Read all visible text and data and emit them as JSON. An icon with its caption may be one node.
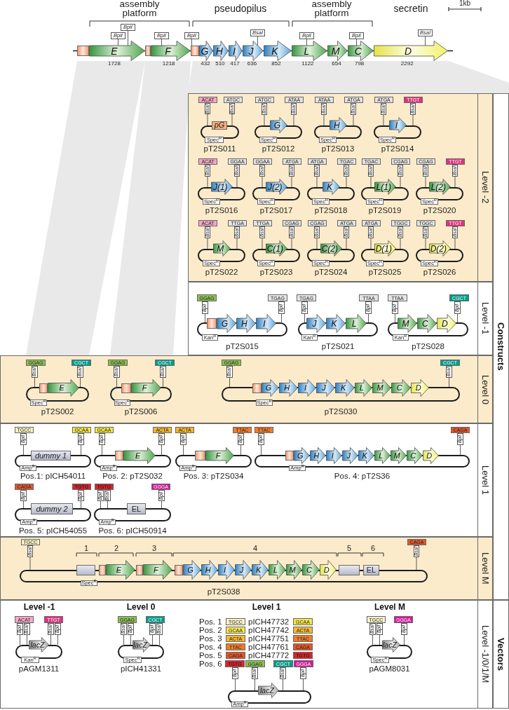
{
  "diagram": {
    "nodes": [
      {
        "text": [
          "BpiI"
        ]
      },
      {
        "text": [
          "BpiI"
        ]
      },
      {
        "text": [
          "BpiI"
        ]
      },
      {
        "text": [
          "BpiI"
        ]
      },
      {
        "text": [
          "BsaI"
        ]
      },
      {
        "text": [
          "BpiI"
        ]
      },
      {
        "text": [
          "BpiI"
        ]
      },
      {
        "text": [
          "BsaI"
        ]
      },
      {
        "text": [],
        "shape": "box"
      },
      {
        "text": [
          "E"
        ],
        "beside": [
          "1728"
        ]
      },
      {
        "text": [],
        "shape": "box"
      },
      {
        "text": [
          "F"
        ],
        "beside": [
          "1218"
        ]
      },
      {
        "text": [],
        "shape": "box"
      },
      {
        "text": [
          "G"
        ],
        "beside": [
          "432"
        ]
      },
      {
        "text": [
          "H"
        ],
        "beside": [
          "510"
        ]
      },
      {
        "text": [
          "I"
        ],
        "beside": [
          "417"
        ]
      },
      {
        "text": [
          "J"
        ],
        "beside": [
          "636"
        ]
      },
      {
        "text": [
          "K"
        ],
        "beside": [
          "852"
        ]
      },
      {
        "text": [
          "L"
        ],
        "beside": [
          "1122"
        ]
      },
      {
        "text": [
          "M"
        ],
        "beside": [
          "654"
        ]
      },
      {
        "text": [
          "C"
        ],
        "beside": [
          "798"
        ]
      },
      {
        "text": [
          "D"
        ],
        "beside": [
          "2292"
        ]
      },
      {
        "text": [
          "Level -2"
        ]
      },
      {
        "text": [
          "ACAT"
        ],
        "in": 22
      },
      {
        "text": [
          "ATGC"
        ],
        "in": 22
      },
      {
        "text": [
          "BsaI"
        ],
        "in": 22
      },
      {
        "text": [
          "BsaI"
        ],
        "in": 22
      },
      {
        "text": [],
        "shape": "box",
        "beside": [
          "pT2S011"
        ],
        "in": 22
      },
      {
        "text": [
          "pG"
        ],
        "in": 22
      },
      {
        "text": [
          "Spec$^{R}$"
        ],
        "in": 22
      },
      {
        "text": [
          "ATGC"
        ],
        "in": 22
      },
      {
        "text": [
          "ATAA"
        ],
        "in": 22
      },
      {
        "text": [
          "BsaI"
        ],
        "in": 22
      },
      {
        "text": [
          "BsaI"
        ],
        "in": 22
      },
      {
        "text": [],
        "shape": "box",
        "beside": [
          "pT2S012"
        ],
        "in": 22
      },
      {
        "text": [
          "G"
        ],
        "in": 22
      },
      {
        "text": [
          "Spec$^{R}$"
        ],
        "in": 22
      },
      {
        "text": [
          "ATAA"
        ],
        "in": 22
      },
      {
        "text": [
          "ATGA"
        ],
        "in": 22
      },
      {
        "text": [
          "BsaI"
        ],
        "in": 22
      },
      {
        "text": [
          "BsaI"
        ],
        "in": 22
      },
      {
        "text": [],
        "shape": "box",
        "beside": [
          "pT2S013"
        ],
        "in": 22
      },
      {
        "text": [
          "H"
        ],
        "in": 22
      },
      {
        "text": [
          "Spec$^{R}$"
        ],
        "in": 22
      },
      {
        "text": [
          "ATGA"
        ],
        "in": 22
      },
      {
        "text": [
          "TTGT"
        ],
        "in": 22
      },
      {
        "text": [
          "BsaI"
        ],
        "in": 22
      },
      {
        "text": [
          "BsaI"
        ],
        "in": 22
      },
      {
        "text": [],
        "shape": "box",
        "beside": [
          "pT2S014"
        ],
        "in": 22
      },
      {
        "text": [
          "I"
        ],
        "in": 22
      },
      {
        "text": [
          "Spec$^{R}$"
        ],
        "in": 22
      },
      {
        "text": [
          "ACAT"
        ],
        "in": 22
      },
      {
        "text": [
          "GGAA"
        ],
        "in": 22
      },
      {
        "text": [
          "BsaI"
        ],
        "in": 22
      },
      {
        "text": [
          "BsaI"
        ],
        "in": 22
      },
      {
        "text": [],
        "shape": "box",
        "beside": [
          "pT2S016"
        ],
        "in": 22
      },
      {
        "text": [
          "J(1)"
        ],
        "in": 22
      },
      {
        "text": [
          "Spec$^{R}$"
        ],
        "in": 22
      },
      {
        "text": [
          "GGAA"
        ],
        "in": 22
      },
      {
        "text": [
          "ATGA"
        ],
        "in": 22
      },
      {
        "text": [
          "BsaI"
        ],
        "in": 22
      },
      {
        "text": [
          "BsaI"
        ],
        "in": 22
      },
      {
        "text": [],
        "shape": "box",
        "beside": [
          "pT2S017"
        ],
        "in": 22
      },
      {
        "text": [
          "J(2)"
        ],
        "in": 22
      },
      {
        "text": [
          "Spec$^{R}$"
        ],
        "in": 22
      },
      {
        "text": [
          "ATGA"
        ],
        "in": 22
      },
      {
        "text": [
          "TGAC"
        ],
        "in": 22
      },
      {
        "text": [
          "BsaI"
        ],
        "in": 22
      },
      {
        "text": [
          "BsaI"
        ],
        "in": 22
      },
      {
        "text": [],
        "shape": "box",
        "beside": [
          "pT2S018"
        ],
        "in": 22
      },
      {
        "text": [
          "K"
        ],
        "in": 22
      },
      {
        "text": [
          "Spec$^{R}$"
        ],
        "in": 22
      },
      {
        "text": [
          "TGAC"
        ],
        "in": 22
      },
      {
        "text": [
          "CGAG"
        ],
        "in": 22
      },
      {
        "text": [
          "BsaI"
        ],
        "in": 22
      },
      {
        "text": [
          "BsaI"
        ],
        "in": 22
      },
      {
        "text": [],
        "shape": "box",
        "beside": [
          "pT2S019"
        ],
        "in": 22
      },
      {
        "text": [
          "L(1)"
        ],
        "in": 22
      },
      {
        "text": [
          "Spec$^{R}$"
        ],
        "in": 22
      },
      {
        "text": [
          "CGAG"
        ],
        "in": 22
      },
      {
        "text": [
          "TTGT"
        ],
        "in": 22
      },
      {
        "text": [
          "BsaI"
        ],
        "in": 22
      },
      {
        "text": [
          "BsaI"
        ],
        "in": 22
      },
      {
        "text": [],
        "shape": "box",
        "beside": [
          "pT2S020"
        ],
        "in": 22
      },
      {
        "text": [
          "L(2)"
        ],
        "in": 22
      },
      {
        "text": [
          "Spec$^{R}$"
        ],
        "in": 22
      },
      {
        "text": [
          "ACAT"
        ],
        "in": 22
      },
      {
        "text": [
          "TTGA"
        ],
        "in": 22
      },
      {
        "text": [
          "BsaI"
        ],
        "in": 22
      },
      {
        "text": [
          "BsaI"
        ],
        "in": 22
      },
      {
        "text": [],
        "shape": "box",
        "beside": [
          "pT2S022"
        ],
        "in": 22
      },
      {
        "text": [
          "M"
        ],
        "in": 22
      },
      {
        "text": [
          "Spec$^{R}$"
        ],
        "in": 22
      },
      {
        "text": [
          "TTGA"
        ],
        "in": 22
      },
      {
        "text": [
          "CGAG"
        ],
        "in": 22
      },
      {
        "text": [
          "BsaI"
        ],
        "in": 22
      },
      {
        "text": [
          "BsaI"
        ],
        "in": 22
      },
      {
        "text": [],
        "shape": "box",
        "beside": [
          "pT2S023"
        ],
        "in": 22
      },
      {
        "text": [
          "C(1)"
        ],
        "in": 22
      },
      {
        "text": [
          "Spec$^{R}$"
        ],
        "in": 22
      },
      {
        "text": [
          "CGAG"
        ],
        "in": 22
      },
      {
        "text": [
          "ATGA"
        ],
        "in": 22
      },
      {
        "text": [
          "BsaI"
        ],
        "in": 22
      },
      {
        "text": [
          "BsaI"
        ],
        "in": 22
      },
      {
        "text": [],
        "shape": "box",
        "beside": [
          "pT2S024"
        ],
        "in": 22
      },
      {
        "text": [
          "C(2)"
        ],
        "in": 22
      },
      {
        "text": [
          "Spec$^{R}$"
        ],
        "in": 22
      },
      {
        "text": [
          "ATGA"
        ],
        "in": 22
      },
      {
        "text": [
          "TGGC"
        ],
        "in": 22
      },
      {
        "text": [
          "BsaI"
        ],
        "in": 22
      },
      {
        "text": [
          "BsaI"
        ],
        "in": 22
      },
      {
        "text": [],
        "shape": "box",
        "beside": [
          "pT2S025"
        ],
        "in": 22
      },
      {
        "text": [
          "D(1)"
        ],
        "in": 22
      },
      {
        "text": [
          "Spec$^{R}$"
        ],
        "in": 22
      },
      {
        "text": [
          "TGGC"
        ],
        "in": 22
      },
      {
        "text": [
          "TTGT"
        ],
        "in": 22
      },
      {
        "text": [
          "BsaI"
        ],
        "in": 22
      },
      {
        "text": [
          "BsaI"
        ],
        "in": 22
      },
      {
        "text": [],
        "shape": "box",
        "beside": [
          "pT2S026"
        ],
        "in": 22
      },
      {
        "text": [
          "D(2)"
        ],
        "in": 22
      },
      {
        "text": [
          "Spec$^{R}$"
        ],
        "in": 22
      },
      {
        "text": [
          "Level -1"
        ]
      },
      {
        "text": [
          "GGAG"
        ],
        "in": 121
      },
      {
        "text": [
          "TGAG"
        ],
        "in": 121
      },
      {
        "text": [
          "BpiI"
        ],
        "in": 121
      },
      {
        "text": [
          "BpiI"
        ],
        "in": 121
      },
      {
        "text": [],
        "shape": "box",
        "beside": [
          "pT2S015"
        ],
        "in": 121
      },
      {
        "text": [],
        "shape": "box",
        "in": 121
      },
      {
        "text": [
          "G"
        ],
        "in": 121
      },
      {
        "text": [
          "H"
        ],
        "in": 121
      },
      {
        "text": [
          "I"
        ],
        "in": 121
      },
      {
        "text": [
          "Kan$^{R}$"
        ],
        "in": 121
      },
      {
        "text": [
          "TGAG"
        ],
        "in": 121
      },
      {
        "text": [
          "TTAA"
        ],
        "in": 121
      },
      {
        "text": [
          "BpiI"
        ],
        "in": 121
      },
      {
        "text": [
          "BpiI"
        ],
        "in": 121
      },
      {
        "text": [],
        "shape": "box",
        "beside": [
          "pT2S021"
        ],
        "in": 121
      },
      {
        "text": [
          "J"
        ],
        "in": 121
      },
      {
        "text": [
          "K"
        ],
        "in": 121
      },
      {
        "text": [
          "L"
        ],
        "in": 121
      },
      {
        "text": [
          "Kan$^{R}$"
        ],
        "in": 121
      },
      {
        "text": [
          "TTAA"
        ],
        "in": 121
      },
      {
        "text": [
          "CGCT"
        ],
        "in": 121
      },
      {
        "text": [
          "BpiI"
        ],
        "in": 121
      },
      {
        "text": [
          "BpiI"
        ],
        "in": 121
      },
      {
        "text": [],
        "shape": "box",
        "beside": [
          "pT2S028"
        ],
        "in": 121
      },
      {
        "text": [
          "M"
        ],
        "in": 121
      },
      {
        "text": [
          "C"
        ],
        "in": 121
      },
      {
        "text": [
          "D"
        ],
        "in": 121
      },
      {
        "text": [
          "Kan$^{R}$"
        ],
        "in": 121
      },
      {
        "text": [
          "Level 0"
        ]
      },
      {
        "text": [
          "GGAG"
        ],
        "in": 150
      },
      {
        "text": [
          "CGCT"
        ],
        "in": 150
      },
      {
        "text": [
          "BsaI"
        ],
        "in": 150
      },
      {
        "text": [
          "BsaI"
        ],
        "in": 150
      },
      {
        "text": [],
        "shape": "box",
        "beside": [
          "pT2S002"
        ],
        "in": 150
      },
      {
        "text": [],
        "shape": "box",
        "in": 150
      },
      {
        "text": [
          "E"
        ],
        "in": 150
      },
      {
        "text": [
          "Spec$^{R}$"
        ],
        "in": 150
      },
      {
        "text": [
          "GGAG"
        ],
        "in": 150
      },
      {
        "text": [
          "CGCT"
        ],
        "in": 150
      },
      {
        "text": [
          "BsaI"
        ],
        "in": 150
      },
      {
        "text": [
          "BsaI"
        ],
        "in": 150
      },
      {
        "text": [],
        "shape": "box",
        "beside": [
          "pT2S006"
        ],
        "in": 150
      },
      {
        "text": [],
        "shape": "box",
        "in": 150
      },
      {
        "text": [
          "F"
        ],
        "in": 150
      },
      {
        "text": [
          "Spec$^{R}$"
        ],
        "in": 150
      },
      {
        "text": [
          "GGAG"
        ],
        "in": 150
      },
      {
        "text": [
          "CGCT"
        ],
        "in": 150
      },
      {
        "text": [
          "BsaI"
        ],
        "in": 150
      },
      {
        "text": [
          "BsaI"
        ],
        "in": 150
      },
      {
        "text": [],
        "shape": "box",
        "beside": [
          "pT2S030"
        ],
        "in": 150
      },
      {
        "text": [],
        "shape": "box",
        "in": 150
      },
      {
        "text": [
          "G"
        ],
        "in": 150
      },
      {
        "text": [
          "H"
        ],
        "in": 150
      },
      {
        "text": [
          "I"
        ],
        "in": 150
      },
      {
        "text": [
          "J"
        ],
        "in": 150
      },
      {
        "text": [
          "K"
        ],
        "in": 150
      },
      {
        "text": [
          "L"
        ],
        "in": 150
      },
      {
        "text": [
          "M"
        ],
        "in": 150
      },
      {
        "text": [
          "C"
        ],
        "in": 150
      },
      {
        "text": [
          "D"
        ],
        "in": 150
      },
      {
        "text": [
          "Spec$^{R}$"
        ],
        "in": 150
      },
      {
        "text": [
          "Level 1"
        ]
      },
      {
        "text": [
          "TGCC"
        ],
        "in": 183
      },
      {
        "text": [
          "GCAA"
        ],
        "in": 183
      },
      {
        "text": [
          "BpiI"
        ],
        "in": 183
      },
      {
        "text": [
          "BpiI"
        ],
        "in": 183
      },
      {
        "text": [],
        "shape": "box",
        "beside": [
          "Pos.1: pICH54011"
        ],
        "in": 183
      },
      {
        "text": [
          "dummy 1"
        ],
        "in": 183
      },
      {
        "text": [
          "Amp$^{R}$"
        ],
        "in": 183
      },
      {
        "text": [
          "GCAA"
        ],
        "in": 183
      },
      {
        "text": [
          "ACTA"
        ],
        "in": 183
      },
      {
        "text": [
          "BpiI"
        ],
        "in": 183
      },
      {
        "text": [
          "BpiI"
        ],
        "in": 183
      },
      {
        "text": [],
        "shape": "box",
        "beside": [
          "Pos. 2: pT2S032"
        ],
        "in": 183
      },
      {
        "text": [],
        "shape": "box",
        "in": 183
      },
      {
        "text": [
          "E"
        ],
        "in": 183
      },
      {
        "text": [
          "Amp$^{R}$"
        ],
        "in": 183
      },
      {
        "text": [
          "ACTA"
        ],
        "in": 183
      },
      {
        "text": [
          "TTAC"
        ],
        "in": 183
      },
      {
        "text": [
          "BpiI"
        ],
        "in": 183
      },
      {
        "text": [
          "BpiI"
        ],
        "in": 183
      },
      {
        "text": [],
        "shape": "box",
        "beside": [
          "Pos. 3: pT2S034"
        ],
        "in": 183
      },
      {
        "text": [],
        "shape": "box",
        "in": 183
      },
      {
        "text": [
          "F"
        ],
        "in": 183
      },
      {
        "text": [
          "Amp$^{R}$"
        ],
        "in": 183
      },
      {
        "text": [
          "TTAC"
        ],
        "in": 183
      },
      {
        "text": [
          "CAGA"
        ],
        "in": 183
      },
      {
        "text": [
          "BpiI"
        ],
        "in": 183
      },
      {
        "text": [
          "BpiI"
        ],
        "in": 183
      },
      {
        "text": [],
        "shape": "box",
        "beside": [
          "Pos. 4: pT2S36"
        ],
        "in": 183
      },
      {
        "text": [],
        "shape": "box",
        "in": 183
      },
      {
        "text": [
          "G"
        ],
        "in": 183
      },
      {
        "text": [
          "H"
        ],
        "in": 183
      },
      {
        "text": [
          "I"
        ],
        "in": 183
      },
      {
        "text": [
          "J"
        ],
        "in": 183
      },
      {
        "text": [
          "K"
        ],
        "in": 183
      },
      {
        "text": [
          "L"
        ],
        "in": 183
      },
      {
        "text": [
          "M"
        ],
        "in": 183
      },
      {
        "text": [
          "C"
        ],
        "in": 183
      },
      {
        "text": [
          "D"
        ],
        "in": 183
      },
      {
        "text": [
          "Amp$^{R}$"
        ],
        "in": 183
      },
      {
        "text": [
          "CAGA"
        ],
        "in": 183
      },
      {
        "text": [
          "TGTG"
        ],
        "in": 183
      },
      {
        "text": [
          "BpiI"
        ],
        "in": 183
      },
      {
        "text": [
          "BpiI"
        ],
        "in": 183
      },
      {
        "text": [],
        "shape": "box",
        "beside": [
          "Pos. 5: pICH54055"
        ],
        "in": 183
      },
      {
        "text": [
          "dummy 2"
        ],
        "in": 183
      },
      {
        "text": [
          "Amp$^{R}$"
        ],
        "in": 183
      },
      {
        "text": [
          "TGTG"
        ],
        "in": 183
      },
      {
        "text": [
          "GGGA"
        ],
        "in": 183
      },
      {
        "text": [
          "BpiI"
        ],
        "in": 183
      },
      {
        "text": [
          "BsaI"
        ],
        "in": 183
      },
      {
        "text": [
          "BpiI"
        ],
        "in": 183
      },
      {
        "text": [],
        "shape": "box",
        "beside": [
          "Pos. 6: pICH50914"
        ],
        "in": 183
      },
      {
        "text": [
          "EL"
        ],
        "in": 183
      },
      {
        "text": [
          "Amp$^{R}$"
        ],
        "in": 183
      },
      {
        "text": [
          "Level M"
        ]
      },
      {
        "text": [
          "TGCC"
        ],
        "in": 238
      },
      {
        "text": [
          "CAGA"
        ],
        "in": 238
      },
      {
        "text": [
          "BsaI"
        ],
        "in": 238
      },
      {
        "text": [
          "BsaI"
        ],
        "in": 238
      },
      {
        "text": [],
        "shape": "box",
        "beside": [
          "pT2S038"
        ],
        "in": 238
      },
      {
        "text": [],
        "shape": "box",
        "in": 238
      },
      {
        "text": [],
        "shape": "box",
        "in": 238
      },
      {
        "text": [
          "E"
        ],
        "in": 238
      },
      {
        "text": [],
        "shape": "box",
        "in": 238
      },
      {
        "text": [
          "F"
        ],
        "in": 238
      },
      {
        "text": [],
        "shape": "box",
        "in": 238
      },
      {
        "text": [
          "G"
        ],
        "in": 238
      },
      {
        "text": [
          "H"
        ],
        "in": 238
      },
      {
        "text": [
          "I"
        ],
        "in": 238
      },
      {
        "text": [
          "J"
        ],
        "in": 238
      },
      {
        "text": [
          "K"
        ],
        "in": 238
      },
      {
        "text": [
          "L"
        ],
        "in": 238
      },
      {
        "text": [
          "M"
        ],
        "in": 238
      },
      {
        "text": [
          "C"
        ],
        "in": 238
      },
      {
        "text": [
          "D"
        ],
        "in": 238
      },
      {
        "text": [],
        "shape": "box",
        "in": 238
      },
      {
        "text": [
          "EL"
        ],
        "in": 238
      },
      {
        "text": [
          "Spec$^{R}$"
        ],
        "in": 238
      },
      {
        "text": [
          "Level -1/0/1/M"
        ]
      },
      {
        "text": [
          "ACAT"
        ],
        "in": 262
      },
      {
        "text": [
          "TTGT"
        ],
        "in": 262
      },
      {
        "text": [
          "BpiI"
        ],
        "in": 262
      },
      {
        "text": [
          "BsaI"
        ],
        "in": 262
      },
      {
        "text": [
          "BsaI"
        ],
        "in": 262
      },
      {
        "text": [
          "BpiI"
        ],
        "in": 262
      },
      {
        "text": [],
        "shape": "box",
        "beside": [
          "pAGM1311"
        ],
        "in": 262
      },
      {
        "text": [
          "lacZ"
        ],
        "in": 262
      },
      {
        "text": [
          "Kan$^{R}$"
        ],
        "in": 262
      },
      {
        "text": [
          "GGAG"
        ],
        "in": 262
      },
      {
        "text": [
          "CGCT"
        ],
        "in": 262
      },
      {
        "text": [
          "BsaI"
        ],
        "in": 262
      },
      {
        "text": [
          "BpiI"
        ],
        "in": 262
      },
      {
        "text": [
          "BpiI"
        ],
        "in": 262
      },
      {
        "text": [
          "BsaI"
        ],
        "in": 262
      },
      {
        "text": [],
        "shape": "box",
        "beside": [
          "pICH41331"
        ],
        "in": 262
      },
      {
        "text": [
          "lacZ"
        ],
        "in": 262
      },
      {
        "text": [
          "Spec$^{R}$"
        ],
        "in": 262
      },
      {
        "text": [
          "TGCC"
        ],
        "in": 262
      },
      {
        "text": [
          "GCAA"
        ],
        "in": 262
      },
      {
        "text": [
          "GCAA"
        ],
        "in": 262
      },
      {
        "text": [
          "ACTA"
        ],
        "in": 262
      },
      {
        "text": [
          "ACTA"
        ],
        "in": 262
      },
      {
        "text": [
          "TTAC"
        ],
        "in": 262
      },
      {
        "text": [
          "TTAC"
        ],
        "in": 262
      },
      {
        "text": [
          "CAGA"
        ],
        "in": 262
      },
      {
        "text": [
          "CAGA"
        ],
        "in": 262
      },
      {
        "text": [
          "TGTG"
        ],
        "in": 262
      },
      {
        "text": [
          "TGTG"
        ],
        "in": 262
      },
      {
        "text": [
          "GGAG"
        ],
        "in": 262
      },
      {
        "text": [
          "CGCT"
        ],
        "in": 262
      },
      {
        "text": [
          "GGGA"
        ],
        "in": 262
      },
      {
        "text": [
          "BpiI"
        ],
        "in": 262
      },
      {
        "text": [
          "BsaI"
        ],
        "in": 262
      },
      {
        "text": [
          "BsaI"
        ],
        "in": 262
      },
      {
        "text": [
          "BpiI"
        ],
        "in": 262
      },
      {
        "text": [],
        "shape": "box",
        "in": 262
      },
      {
        "text": [
          "lacZ"
        ],
        "in": 262
      },
      {
        "text": [
          "Amp$^{R}$"
        ],
        "in": 262
      },
      {
        "text": [
          "TGCC"
        ],
        "in": 262
      },
      {
        "text": [
          "GGGA"
        ],
        "in": 262
      },
      {
        "text": [
          "BsaI"
        ],
        "in": 262
      },
      {
        "text": [
          "BpiI"
        ],
        "in": 262
      },
      {
        "text": [
          "BpiI"
        ],
        "in": 262
      },
      {
        "text": [],
        "shape": "box",
        "beside": [
          "pAGM8031"
        ],
        "in": 262
      },
      {
        "text": [
          "lacZ"
        ],
        "in": 262
      },
      {
        "text": [
          "Spec$^{R}$"
        ],
        "in": 262
      }
    ],
    "edges": [
      {
        "from": 0,
        "to": 9,
        "arrow": "none"
      },
      {
        "from": 1,
        "to": 9,
        "arrow": "none"
      },
      {
        "from": 2,
        "to": 11,
        "arrow": "none"
      },
      {
        "from": 3,
        "to": 12,
        "arrow": "none"
      },
      {
        "from": 4,
        "to": 16,
        "arrow": "none"
      },
      {
        "from": 5,
        "to": 18,
        "arrow": "none"
      },
      {
        "from": 6,
        "to": 20,
        "arrow": "none"
      },
      {
        "from": 7,
        "to": 21,
        "arrow": "none"
      },
      {
        "from": 25,
        "to": 27,
        "arrow": "none"
      },
      {
        "from": 26,
        "to": 27,
        "arrow": "none"
      },
      {
        "from": 32,
        "to": 34,
        "arrow": "none"
      },
      {
        "from": 33,
        "to": 34,
        "arrow": "none"
      },
      {
        "from": 39,
        "to": 41,
        "arrow": "none"
      },
      {
        "from": 40,
        "to": 41,
        "arrow": "none"
      },
      {
        "from": 46,
        "to": 48,
        "arrow": "none"
      },
      {
        "from": 47,
        "to": 48,
        "arrow": "none"
      },
      {
        "from": 53,
        "to": 55,
        "arrow": "none"
      },
      {
        "from": 54,
        "to": 55,
        "arrow": "none"
      },
      {
        "from": 60,
        "to": 62,
        "arrow": "none"
      },
      {
        "from": 61,
        "to": 62,
        "arrow": "none"
      },
      {
        "from": 67,
        "to": 69,
        "arrow": "none"
      },
      {
        "from": 68,
        "to": 69,
        "arrow": "none"
      },
      {
        "from": 74,
        "to": 76,
        "arrow": "none"
      },
      {
        "from": 75,
        "to": 76,
        "arrow": "none"
      },
      {
        "from": 81,
        "to": 83,
        "arrow": "none"
      },
      {
        "from": 82,
        "to": 83,
        "arrow": "none"
      },
      {
        "from": 88,
        "to": 90,
        "arrow": "none"
      },
      {
        "from": 89,
        "to": 90,
        "arrow": "none"
      },
      {
        "from": 95,
        "to": 97,
        "arrow": "none"
      },
      {
        "from": 96,
        "to": 97,
        "arrow": "none"
      },
      {
        "from": 102,
        "to": 104,
        "arrow": "none"
      },
      {
        "from": 103,
        "to": 104,
        "arrow": "none"
      },
      {
        "from": 109,
        "to": 111,
        "arrow": "none"
      },
      {
        "from": 110,
        "to": 111,
        "arrow": "none"
      },
      {
        "from": 116,
        "to": 118,
        "arrow": "none"
      },
      {
        "from": 117,
        "to": 118,
        "arrow": "none"
      },
      {
        "from": 124,
        "to": 126,
        "arrow": "none"
      },
      {
        "from": 125,
        "to": 126,
        "arrow": "none"
      },
      {
        "from": 134,
        "to": 136,
        "arrow": "none"
      },
      {
        "from": 135,
        "to": 136,
        "arrow": "none"
      },
      {
        "from": 143,
        "to": 145,
        "arrow": "none"
      },
      {
        "from": 144,
        "to": 145,
        "arrow": "none"
      },
      {
        "from": 153,
        "to": 155,
        "arrow": "none"
      },
      {
        "from": 154,
        "to": 155,
        "arrow": "none"
      },
      {
        "from": 161,
        "to": 163,
        "arrow": "none"
      },
      {
        "from": 162,
        "to": 163,
        "arrow": "none"
      },
      {
        "from": 169,
        "to": 171,
        "arrow": "none"
      },
      {
        "from": 170,
        "to": 171,
        "arrow": "none"
      },
      {
        "from": 186,
        "to": 188,
        "arrow": "none"
      },
      {
        "from": 187,
        "to": 188,
        "arrow": "none"
      },
      {
        "from": 193,
        "to": 195,
        "arrow": "none"
      },
      {
        "from": 194,
        "to": 195,
        "arrow": "none"
      },
      {
        "from": 201,
        "to": 203,
        "arrow": "none"
      },
      {
        "from": 202,
        "to": 203,
        "arrow": "none"
      },
      {
        "from": 209,
        "to": 211,
        "arrow": "none"
      },
      {
        "from": 210,
        "to": 211,
        "arrow": "none"
      },
      {
        "from": 225,
        "to": 227,
        "arrow": "none"
      },
      {
        "from": 226,
        "to": 227,
        "arrow": "none"
      },
      {
        "from": 232,
        "to": 235,
        "arrow": "none"
      },
      {
        "from": 233,
        "to": 235,
        "arrow": "none"
      },
      {
        "from": 234,
        "to": 235,
        "arrow": "none"
      },
      {
        "from": 241,
        "to": 243,
        "arrow": "none"
      },
      {
        "from": 242,
        "to": 243,
        "arrow": "none"
      },
      {
        "from": 265,
        "to": 269,
        "arrow": "none"
      },
      {
        "from": 266,
        "to": 269,
        "arrow": "none"
      },
      {
        "from": 267,
        "to": 269,
        "arrow": "none"
      },
      {
        "from": 268,
        "to": 269,
        "arrow": "none"
      },
      {
        "from": 274,
        "to": 278,
        "arrow": "none"
      },
      {
        "from": 275,
        "to": 278,
        "arrow": "none"
      },
      {
        "from": 276,
        "to": 278,
        "arrow": "none"
      },
      {
        "from": 277,
        "to": 278,
        "arrow": "none"
      },
      {
        "from": 295,
        "to": 299,
        "arrow": "none"
      },
      {
        "from": 296,
        "to": 299,
        "arrow": "none"
      },
      {
        "from": 297,
        "to": 299,
        "arrow": "none"
      },
      {
        "from": 298,
        "to": 299,
        "arrow": "none"
      },
      {
        "from": 304,
        "to": 307,
        "arrow": "none"
      },
      {
        "from": 305,
        "to": 307,
        "arrow": "none"
      },
      {
        "from": 306,
        "to": 307,
        "arrow": "none"
      }
    ],
    "labels": [
      "assembly platform",
      "pseudopilus",
      "assembly platform",
      "secretin",
      "1kb",
      "Constructs",
      "1",
      "2",
      "3",
      "4",
      "5",
      "6",
      "Vectors",
      "Level -1",
      "Level 0",
      "Level 1",
      "Level M",
      "Pos. 1",
      "pICH47732",
      "Pos. 2",
      "pICH47742",
      "Pos. 3",
      "pICH47751",
      "Pos. 4",
      "pICH47761",
      "Pos. 5",
      "pICH47772",
      "Pos. 6"
    ]
  }
}
